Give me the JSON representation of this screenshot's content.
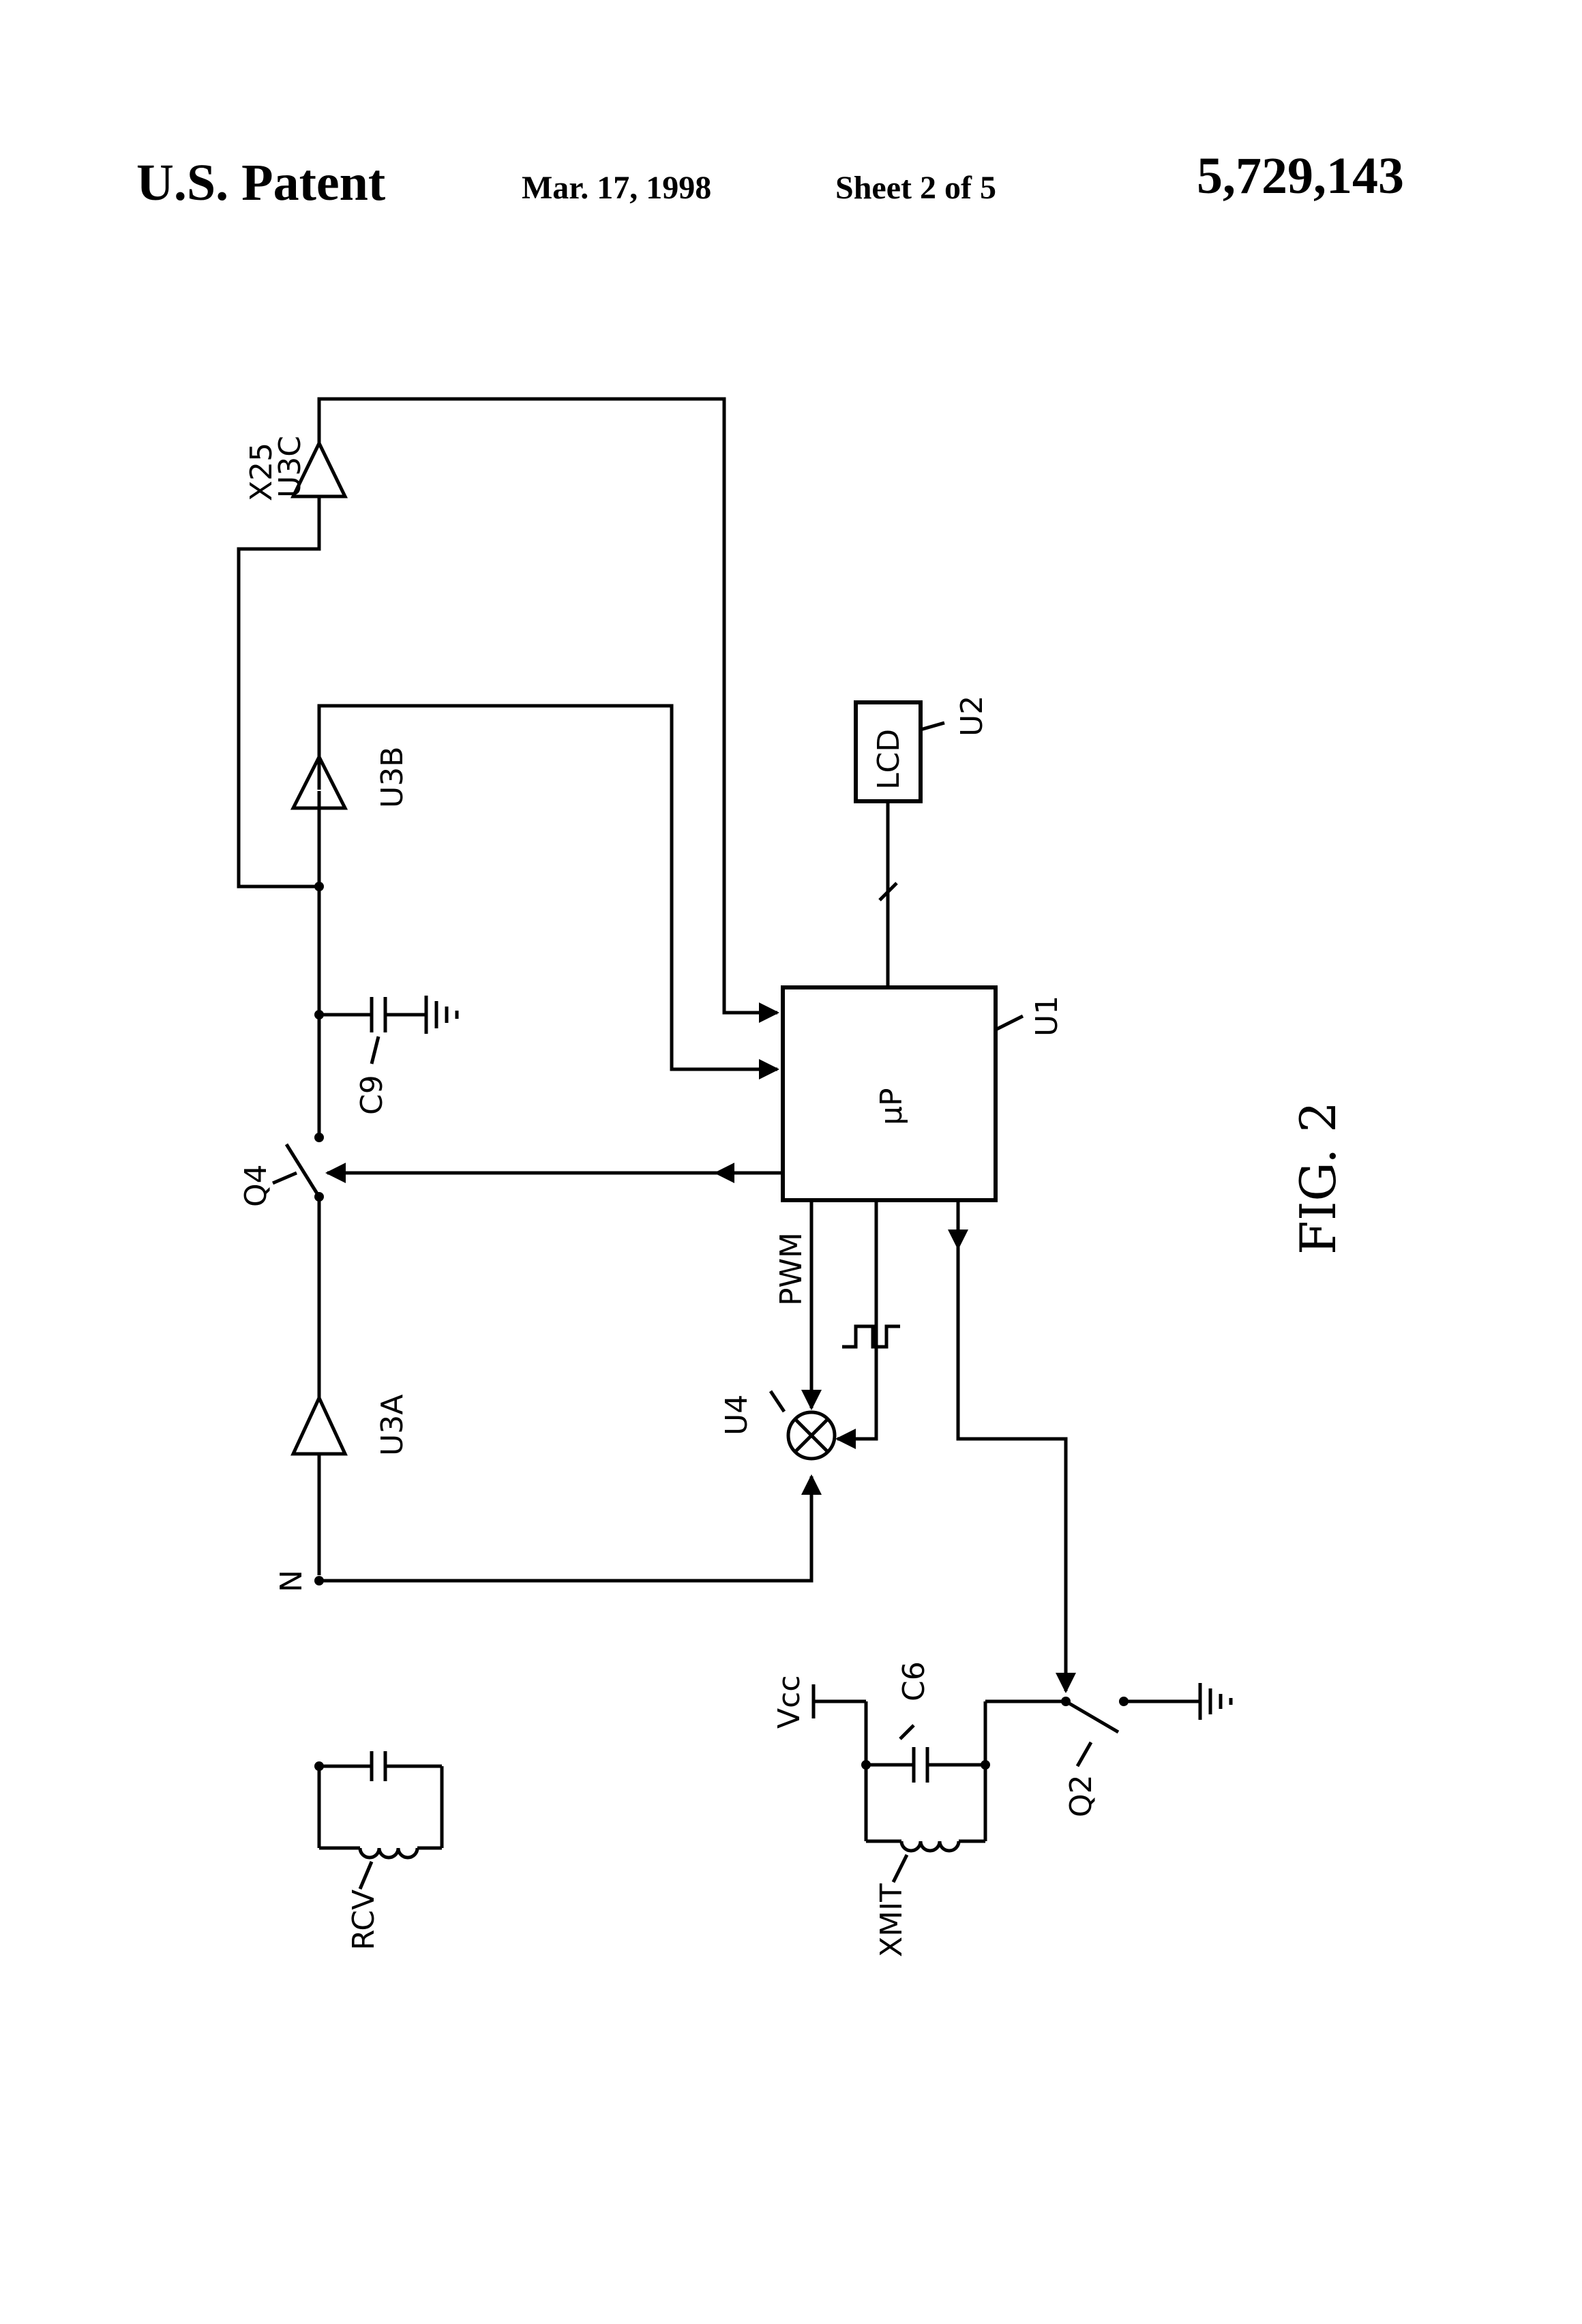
{
  "header": {
    "title": "U.S. Patent",
    "date": "Mar. 17, 1998",
    "sheet": "Sheet 2 of 5",
    "number": "5,729,143"
  },
  "diagram": {
    "labels": {
      "u3c": "U3C",
      "x25": "X25",
      "u3b": "U3B",
      "lcd": "LCD",
      "u2": "U2",
      "u1": "U1",
      "up": "µP",
      "c9": "C9",
      "q4": "Q4",
      "pwm": "PWM",
      "u3a": "U3A",
      "u4": "U4",
      "n": "N",
      "vcc": "Vcc",
      "c6": "C6",
      "q2": "Q2",
      "rcv": "RCV",
      "xmit": "XMIT"
    },
    "figure_caption": "FIG. 2"
  }
}
